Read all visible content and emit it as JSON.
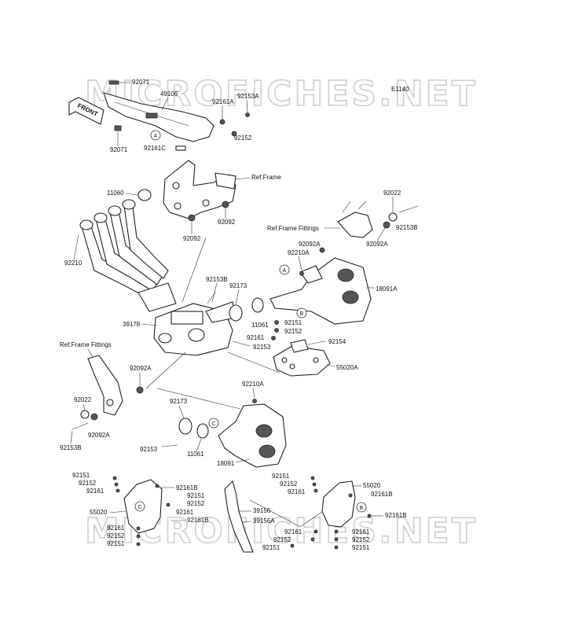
{
  "watermark": "MICROFICHES.NET",
  "diagram_code": "E1140",
  "front_label": "FRONT",
  "references": {
    "ref_frame": "Ref.Frame",
    "ref_frame_fittings_right": "Ref.Frame Fittings",
    "ref_frame_fittings_left": "Ref.Frame Fittings"
  },
  "callouts": {
    "a": "A",
    "b": "B",
    "c": "C"
  },
  "parts": {
    "p92071_top": "92071",
    "p92071_bottom": "92071",
    "p49106": "49106",
    "p92161a": "92161A",
    "p92153a": "92153A",
    "p92152_top": "92152",
    "p92161c": "92161C",
    "p11060": "11060",
    "p92092_left": "92092",
    "p92092_right": "92092",
    "p92210": "92210",
    "p92022_right": "92022",
    "p92153b_right": "92153B",
    "p92092a_right1": "92092A",
    "p92092a_right2": "92092A",
    "p92210a_top": "92210A",
    "p18091a": "18091A",
    "p92153b_mid": "92153B",
    "p92173_top": "92173",
    "p39178": "39178",
    "p11061_top": "11061",
    "p92151_mid": "92151",
    "p92152_mid": "92152",
    "p92161_mid": "92161",
    "p92153_mid": "92153",
    "p92154": "92154",
    "p55020a": "55020A",
    "p92092a_left": "92092A",
    "p92210a_bottom": "92210A",
    "p92022_left": "92022",
    "p92092a_left2": "92092A",
    "p92153b_left": "92153B",
    "p92173_bottom": "92173",
    "p92153_bottom": "92153",
    "p11061_bottom": "11061",
    "p18091": "18091",
    "bl_92151_a": "92151",
    "bl_92152_a": "92152",
    "bl_92161_a": "92161",
    "bl_92161b_a": "92161B",
    "bl_92151_b": "92151",
    "bl_92152_b": "92152",
    "bl_55020": "55020",
    "bl_92161_b": "92161",
    "bl_92161b_b": "92161B",
    "bl_92161_c": "92161",
    "bl_92152_c": "92152",
    "bl_92151_c": "92151",
    "mid_39156": "39156",
    "mid_39156a": "39156A",
    "br_92151_a": "92151",
    "br_92152_a": "92152",
    "br_92161_a": "92161",
    "br_55020": "55020",
    "br_92161b_a": "92161B",
    "br_92161b_b": "92161B",
    "br_92161_b": "92161",
    "br_92152_b": "92152",
    "br_92151_b": "92151",
    "br_92161_c": "92161",
    "br_92152_c": "92152",
    "br_92151_c": "92151"
  }
}
